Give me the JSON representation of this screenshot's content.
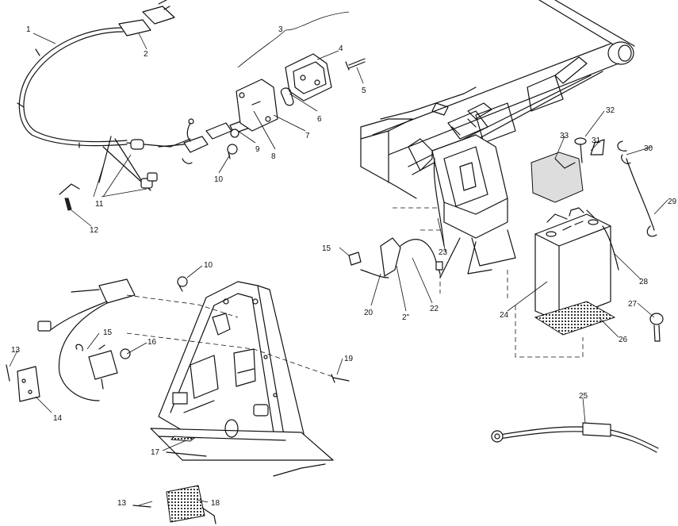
{
  "callouts": [
    {
      "id": "c1",
      "text": "1"
    },
    {
      "id": "c2",
      "text": "2"
    },
    {
      "id": "c3",
      "text": "3"
    },
    {
      "id": "c4",
      "text": "4"
    },
    {
      "id": "c5",
      "text": "5"
    },
    {
      "id": "c6",
      "text": "6"
    },
    {
      "id": "c7",
      "text": "7"
    },
    {
      "id": "c8",
      "text": "8"
    },
    {
      "id": "c9",
      "text": "9"
    },
    {
      "id": "c10a",
      "text": "10"
    },
    {
      "id": "c11",
      "text": "11"
    },
    {
      "id": "c12",
      "text": "12"
    },
    {
      "id": "c10b",
      "text": "10"
    },
    {
      "id": "c13a",
      "text": "13"
    },
    {
      "id": "c14",
      "text": "14"
    },
    {
      "id": "c15a",
      "text": "15"
    },
    {
      "id": "c16",
      "text": "16"
    },
    {
      "id": "c17",
      "text": "17"
    },
    {
      "id": "c19",
      "text": "19"
    },
    {
      "id": "c13b",
      "text": "13"
    },
    {
      "id": "c18",
      "text": "18"
    },
    {
      "id": "c15b",
      "text": "15"
    },
    {
      "id": "c20",
      "text": "20"
    },
    {
      "id": "c21",
      "text": "2\""
    },
    {
      "id": "c22",
      "text": "22"
    },
    {
      "id": "c23",
      "text": "23"
    },
    {
      "id": "c24",
      "text": "24"
    },
    {
      "id": "c25",
      "text": "25"
    },
    {
      "id": "c26",
      "text": "26"
    },
    {
      "id": "c27",
      "text": "27"
    },
    {
      "id": "c28",
      "text": "28"
    },
    {
      "id": "c29",
      "text": "29"
    },
    {
      "id": "c30",
      "text": "30"
    },
    {
      "id": "c31",
      "text": "31"
    },
    {
      "id": "c32",
      "text": "32"
    },
    {
      "id": "c33",
      "text": "33"
    }
  ],
  "colors": {
    "ink": "#111111",
    "background": "#ffffff"
  }
}
